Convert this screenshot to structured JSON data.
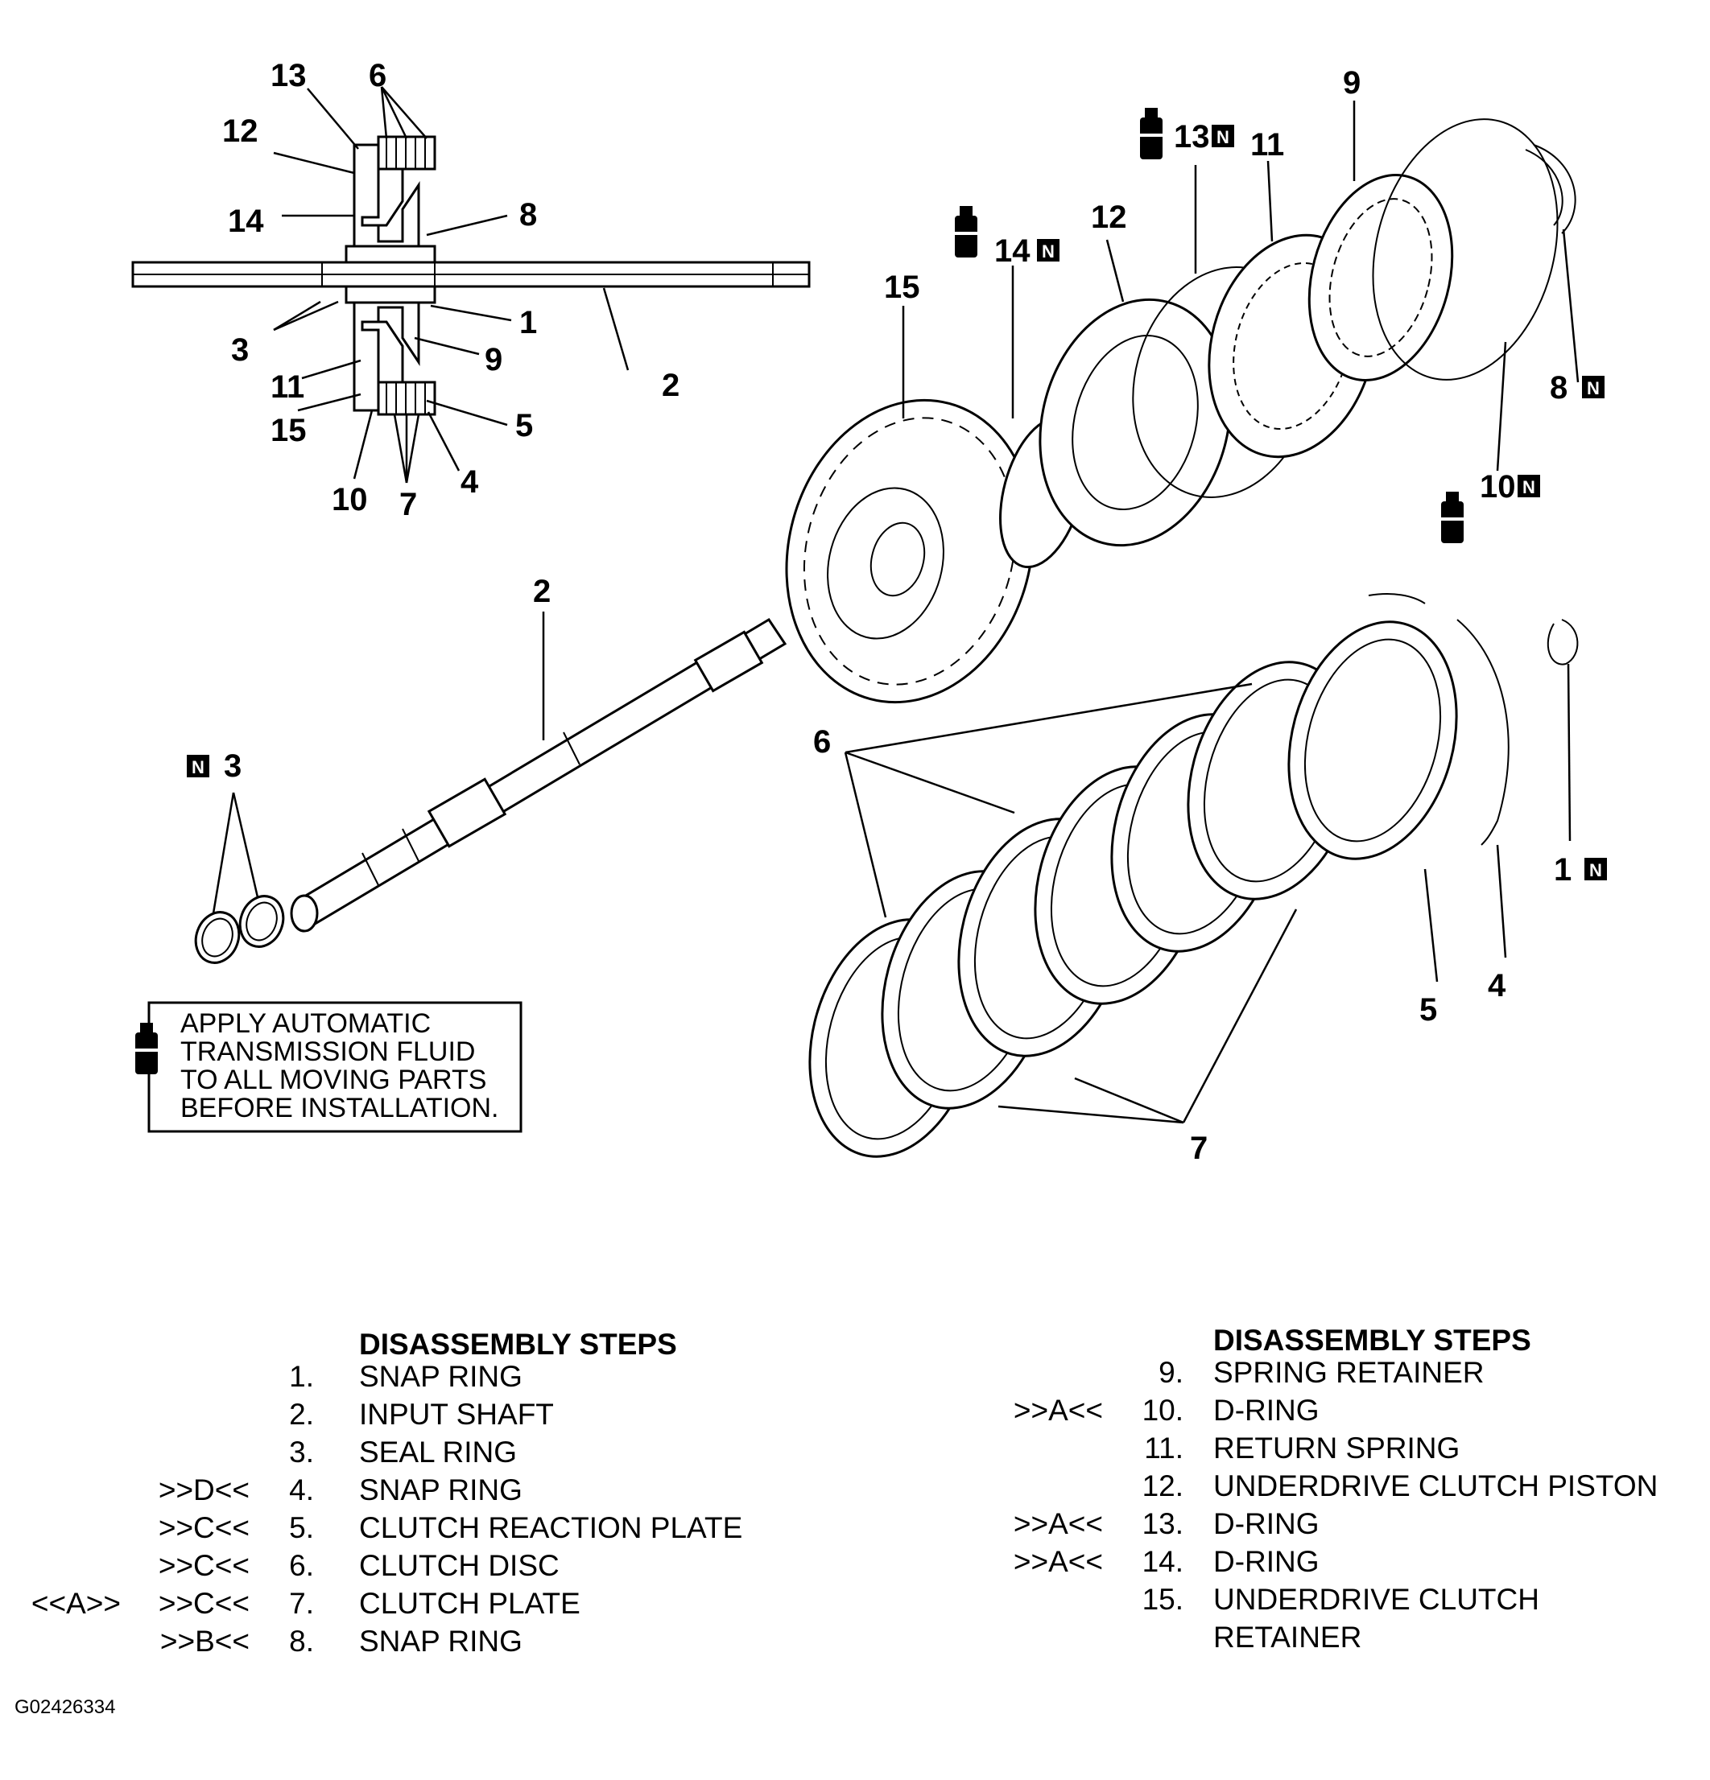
{
  "callouts": {
    "c1": "1",
    "c2": "2",
    "c3": "3",
    "c4": "4",
    "c5": "5",
    "c6": "6",
    "c7": "7",
    "c8": "8",
    "c9": "9",
    "c10": "10",
    "c11": "11",
    "c12": "12",
    "c13": "13",
    "c14": "14",
    "c15": "15"
  },
  "badge_letter": "N",
  "note": {
    "lines": [
      "APPLY AUTOMATIC",
      "TRANSMISSION FLUID",
      "TO ALL MOVING PARTS",
      "BEFORE INSTALLATION."
    ]
  },
  "steps_left": {
    "heading": "DISASSEMBLY STEPS",
    "items": [
      {
        "code1": "",
        "code2": "",
        "num": "1.",
        "name": "SNAP RING"
      },
      {
        "code1": "",
        "code2": "",
        "num": "2.",
        "name": "INPUT SHAFT"
      },
      {
        "code1": "",
        "code2": "",
        "num": "3.",
        "name": "SEAL RING"
      },
      {
        "code1": "",
        "code2": ">>D<<",
        "num": "4.",
        "name": "SNAP RING"
      },
      {
        "code1": "",
        "code2": ">>C<<",
        "num": "5.",
        "name": "CLUTCH REACTION PLATE"
      },
      {
        "code1": "",
        "code2": ">>C<<",
        "num": "6.",
        "name": "CLUTCH DISC"
      },
      {
        "code1": "<<A>>",
        "code2": ">>C<<",
        "num": "7.",
        "name": "CLUTCH PLATE"
      },
      {
        "code1": "",
        "code2": ">>B<<",
        "num": "8.",
        "name": "SNAP RING"
      }
    ]
  },
  "steps_right": {
    "heading": "DISASSEMBLY STEPS",
    "items": [
      {
        "code": "",
        "num": "9.",
        "name": "SPRING RETAINER"
      },
      {
        "code": ">>A<<",
        "num": "10.",
        "name": "D-RING"
      },
      {
        "code": "",
        "num": "11.",
        "name": "RETURN SPRING"
      },
      {
        "code": "",
        "num": "12.",
        "name": "UNDERDRIVE CLUTCH PISTON"
      },
      {
        "code": ">>A<<",
        "num": "13.",
        "name": "D-RING"
      },
      {
        "code": ">>A<<",
        "num": "14.",
        "name": "D-RING"
      },
      {
        "code": "",
        "num": "15.",
        "name": "UNDERDRIVE CLUTCH"
      },
      {
        "code": "",
        "num": "",
        "name": "RETAINER"
      }
    ]
  },
  "figure_id": "G02426334"
}
